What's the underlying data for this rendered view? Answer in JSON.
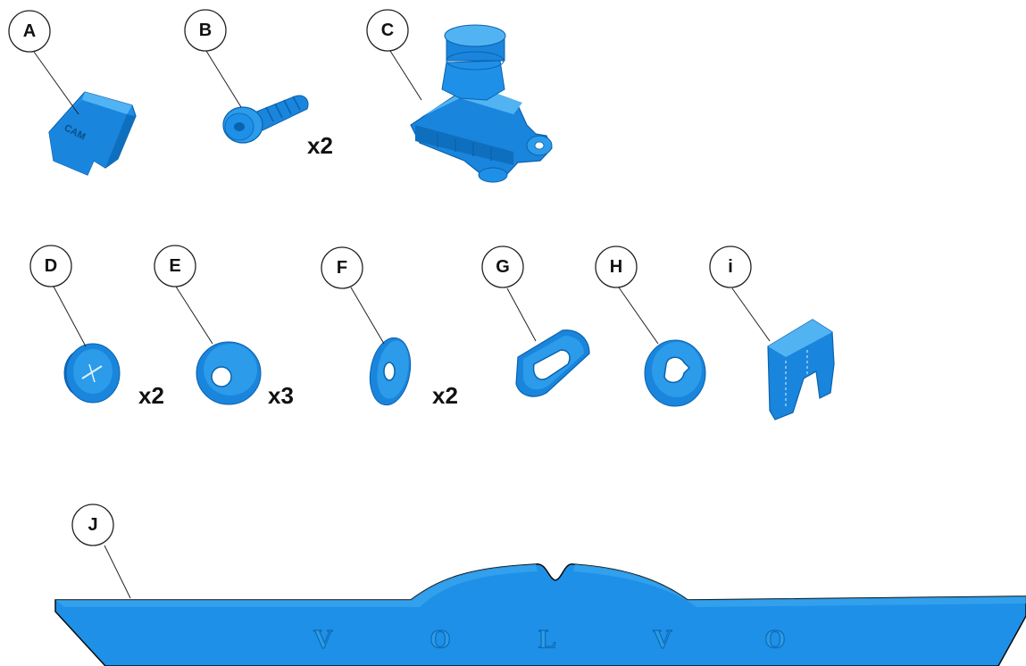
{
  "callouts": {
    "a": "A",
    "b": "B",
    "c": "C",
    "d": "D",
    "e": "E",
    "f": "F",
    "g": "G",
    "h": "H",
    "i": "i",
    "j": "J"
  },
  "quantities": {
    "b": "x2",
    "d": "x2",
    "e": "x3",
    "f": "x2"
  },
  "part_text": {
    "a_label": "CAM",
    "j_letters": [
      "V",
      "O",
      "L",
      "V",
      "O"
    ]
  },
  "colors": {
    "part_fill": "#1e90e8",
    "part_light": "#3aa6f0",
    "part_dark": "#0b62ad",
    "outline": "#0a0a0a",
    "leader": "#222222"
  }
}
